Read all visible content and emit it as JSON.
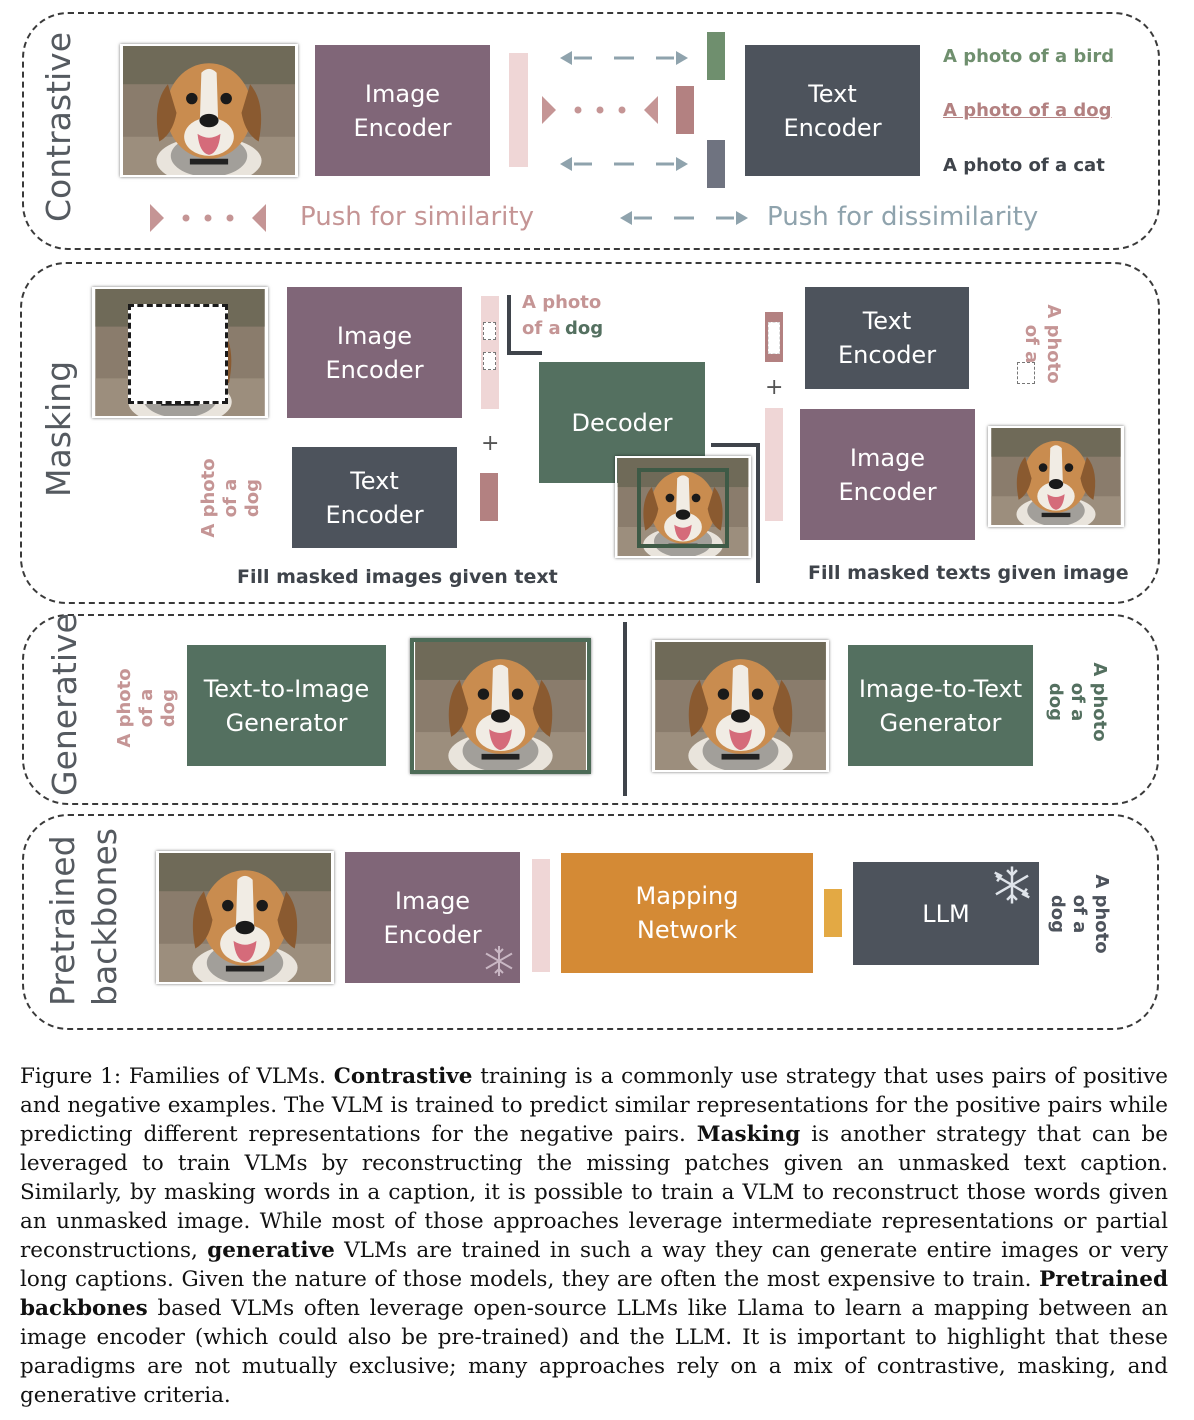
{
  "sections": {
    "contrastive": {
      "label": "Contrastive",
      "image_encoder": "Image\nEncoder",
      "text_encoder": "Text\nEncoder",
      "captions": [
        "A photo of a bird",
        "A photo of a dog",
        "A photo of a cat"
      ],
      "caption_colors": [
        "#6f8f6e",
        "#b38181",
        "#3f444b"
      ],
      "legend_similarity": "Push for similarity",
      "legend_dissimilarity": "Push for dissimilarity"
    },
    "masking": {
      "label": "Masking",
      "image_encoder_left": "Image\nEncoder",
      "text_encoder_left": "Text\nEncoder",
      "decoder": "Decoder",
      "text_encoder_right": "Text\nEncoder",
      "image_encoder_right": "Image\nEncoder",
      "masked_text_line1": "A photo",
      "masked_text_line2_a": "of a",
      "masked_text_line2_b": "dog",
      "left_vertical_caption": "A photo\nof a dog",
      "right_vertical_caption": "A photo\nof a",
      "plus": "+",
      "subtitle_left": "Fill masked images given text",
      "subtitle_right": "Fill masked texts given image"
    },
    "generative": {
      "label": "Generative",
      "t2i": "Text-to-Image\nGenerator",
      "i2t": "Image-to-Text\nGenerator",
      "left_caption": "A photo\nof a dog",
      "right_caption": "A photo\nof a dog"
    },
    "pretrained": {
      "label_line1": "Pretrained",
      "label_line2": "backbones",
      "image_encoder": "Image\nEncoder",
      "mapping": "Mapping\nNetwork",
      "llm": "LLM",
      "caption": "A photo\nof a dog"
    }
  },
  "caption": {
    "prefix": "Figure 1:",
    "t1": " Families of VLMs. ",
    "b1": "Contrastive",
    "t2": " training is a commonly use strategy that uses pairs of positive and negative examples. The VLM is trained to predict similar representations for the positive pairs while predicting different representations for the negative pairs. ",
    "b2": "Masking",
    "t3": " is another strategy that can be leveraged to train VLMs by reconstructing the missing patches given an unmasked text caption. Similarly, by masking words in a caption, it is possible to train a VLM to reconstruct those words given an unmasked image.  While most of those approaches leverage intermediate representations or partial reconstructions, ",
    "b3": "generative",
    "t4": " VLMs are trained in such a way they can generate entire images or very long captions. Given the nature of those models, they are often the most expensive to train. ",
    "b4": "Pretrained backbones",
    "t5": " based VLMs often leverage open-source LLMs like Llama to learn a mapping between an image encoder (which could also be pre-trained) and the LLM. It is important to highlight that these paradigms are not mutually exclusive; many approaches rely on a mix of contrastive, masking, and generative criteria."
  },
  "colors": {
    "purple_box": "#806678",
    "slate_box": "#4d535c",
    "green_box": "#547060",
    "orange_box": "#d48a35",
    "pink_accent": "#b38181",
    "light_pink": "#efd6d6",
    "blue_gray": "#8fa3ad"
  },
  "icons": [
    "dog-photo",
    "snowflake-icon",
    "arrow-icon"
  ]
}
